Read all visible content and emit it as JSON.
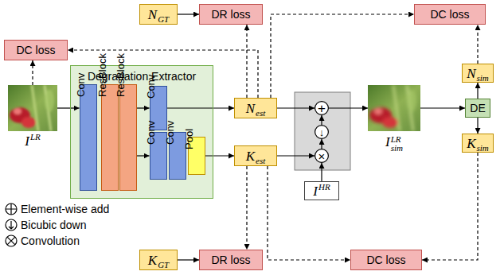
{
  "diagram": {
    "nodes": [
      {
        "text": [
          "N",
          "GT"
        ]
      },
      {
        "text": [
          "DR loss"
        ]
      },
      {
        "text": [
          "DC loss"
        ]
      },
      {
        "text": [
          "DC loss"
        ]
      },
      {
        "text": [
          "Degradation Extractor"
        ]
      },
      {
        "text": [
          "Conv"
        ],
        "in": 4
      },
      {
        "text": [
          "ResBlock"
        ],
        "in": 4
      },
      {
        "text": [
          "ResBlock"
        ],
        "in": 4
      },
      {
        "text": [
          "Conv"
        ],
        "in": 4
      },
      {
        "text": [
          "Conv"
        ],
        "in": 4
      },
      {
        "text": [
          "Conv"
        ],
        "in": 4
      },
      {
        "text": [
          "Pool"
        ],
        "in": 4
      },
      {
        "text": [
          "I",
          "LR"
        ]
      },
      {
        "text": [
          "N",
          "est"
        ]
      },
      {
        "text": [
          "K",
          "est"
        ]
      },
      {
        "text": [
          "+"
        ]
      },
      {
        "text": [
          "↓"
        ]
      },
      {
        "text": [
          "×"
        ]
      },
      {
        "text": [
          "I",
          "HR"
        ]
      },
      {
        "text": [
          "I",
          "LR",
          "sim"
        ]
      },
      {
        "text": [
          "DE"
        ]
      },
      {
        "text": [
          "N",
          "sim"
        ]
      },
      {
        "text": [
          "K",
          "sim"
        ]
      },
      {
        "text": [
          "K",
          "GT"
        ]
      },
      {
        "text": [
          "DR loss"
        ]
      },
      {
        "text": [
          "DC loss"
        ]
      }
    ],
    "edges": [
      {
        "from": 12,
        "to": 5,
        "arrow": "to"
      },
      {
        "from": 7,
        "to": 8,
        "arrow": "to"
      },
      {
        "from": 7,
        "to": 9,
        "arrow": "to"
      },
      {
        "from": 8,
        "to": 13,
        "arrow": "to"
      },
      {
        "from": 11,
        "to": 14,
        "arrow": "to"
      },
      {
        "from": 13,
        "to": 15,
        "arrow": "to"
      },
      {
        "from": 14,
        "to": 17,
        "arrow": "to"
      },
      {
        "from": 18,
        "to": 17,
        "arrow": "to"
      },
      {
        "from": 17,
        "to": 16,
        "arrow": "to"
      },
      {
        "from": 16,
        "to": 15,
        "arrow": "to"
      },
      {
        "from": 15,
        "to": 19,
        "arrow": "to"
      },
      {
        "from": 19,
        "to": 20,
        "arrow": "to"
      },
      {
        "from": 20,
        "to": 21,
        "arrow": "to"
      },
      {
        "from": 20,
        "to": 22,
        "arrow": "to"
      },
      {
        "from": 0,
        "to": 1,
        "arrow": "to"
      },
      {
        "from": 13,
        "to": 1,
        "arrow": "to"
      },
      {
        "from": 13,
        "to": 2,
        "arrow": "to"
      },
      {
        "from": 13,
        "to": 3,
        "arrow": "to"
      },
      {
        "from": 21,
        "to": 2,
        "arrow": "to"
      },
      {
        "from": 12,
        "to": 3,
        "arrow": "to"
      },
      {
        "from": 23,
        "to": 24,
        "arrow": "to"
      },
      {
        "from": 14,
        "to": 24,
        "arrow": "to"
      },
      {
        "from": 14,
        "to": 25,
        "arrow": "to"
      },
      {
        "from": 22,
        "to": 25,
        "arrow": "to"
      }
    ],
    "legend": [
      {
        "text": "Element-wise add"
      },
      {
        "text": "Bicubic down"
      },
      {
        "text": "Convolution"
      }
    ]
  }
}
